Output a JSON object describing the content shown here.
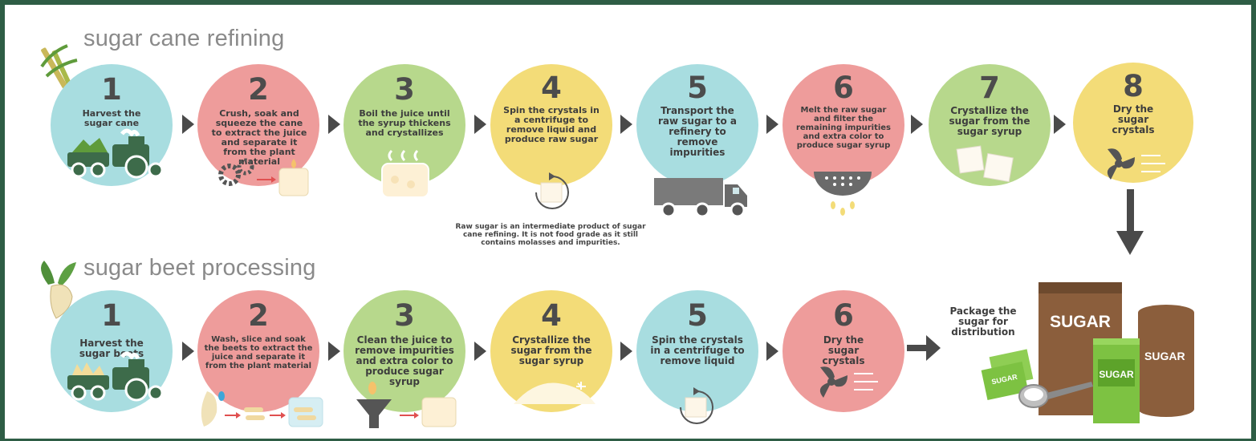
{
  "colors": {
    "frame": "#2e5d45",
    "blue": "#a8dde0",
    "pink": "#ee9c9b",
    "green": "#b7d88c",
    "yellow": "#f3dc78",
    "arrow": "#4a4a4a",
    "tractor": "#3d6b4a",
    "bag_brown": "#8b5e3c",
    "packet_green": "#7dc242"
  },
  "cane": {
    "title": "sugar cane refining",
    "icon": "sugar-cane-icon",
    "steps": [
      {
        "num": "1",
        "text": "Harvest the sugar cane",
        "color": "blue",
        "icon": "tractor-icon"
      },
      {
        "num": "2",
        "text": "Crush, soak and squeeze the cane to extract the juice and separate it from the plant material",
        "color": "pink",
        "icon": "gears-icon"
      },
      {
        "num": "3",
        "text": "Boil the juice until the syrup thickens and crystallizes",
        "color": "green",
        "icon": "boiling-pot-icon"
      },
      {
        "num": "4",
        "text": "Spin the crystals in a centrifuge to remove liquid and produce raw sugar",
        "color": "yellow",
        "icon": "centrifuge-icon"
      },
      {
        "num": "5",
        "text": "Transport the raw sugar to a refinery to remove impurities",
        "color": "blue",
        "icon": "truck-icon"
      },
      {
        "num": "6",
        "text": "Melt the raw sugar and filter the remaining impurities and extra color to produce sugar syrup",
        "color": "pink",
        "icon": "colander-icon"
      },
      {
        "num": "7",
        "text": "Crystallize the sugar from the sugar syrup",
        "color": "green",
        "icon": "sugar-cubes-icon"
      },
      {
        "num": "8",
        "text": "Dry the sugar crystals",
        "color": "yellow",
        "icon": "fan-icon"
      }
    ],
    "note": "Raw sugar is an intermediate product of sugar cane refining. It is not food grade as it still contains molasses and impurities."
  },
  "beet": {
    "title": "sugar beet processing",
    "icon": "sugar-beet-icon",
    "steps": [
      {
        "num": "1",
        "text": "Harvest the sugar beets",
        "color": "blue",
        "icon": "tractor-icon"
      },
      {
        "num": "2",
        "text": "Wash, slice and soak the beets to extract the juice and separate it from the plant material",
        "color": "pink",
        "icon": "beet-slices-icon"
      },
      {
        "num": "3",
        "text": "Clean the juice to remove impurities and extra color to produce sugar syrup",
        "color": "green",
        "icon": "funnel-icon"
      },
      {
        "num": "4",
        "text": "Crystallize the sugar from the sugar syrup",
        "color": "yellow",
        "icon": "sugar-pile-icon"
      },
      {
        "num": "5",
        "text": "Spin the crystals in a centrifuge to remove liquid",
        "color": "blue",
        "icon": "centrifuge-icon"
      },
      {
        "num": "6",
        "text": "Dry the sugar crystals",
        "color": "pink",
        "icon": "fan-icon"
      }
    ]
  },
  "package": {
    "text": "Package the sugar for distribution",
    "bag_label": "SUGAR",
    "can_label": "SUGAR",
    "box_label": "SUGAR",
    "sachet_label": "SUGAR"
  }
}
